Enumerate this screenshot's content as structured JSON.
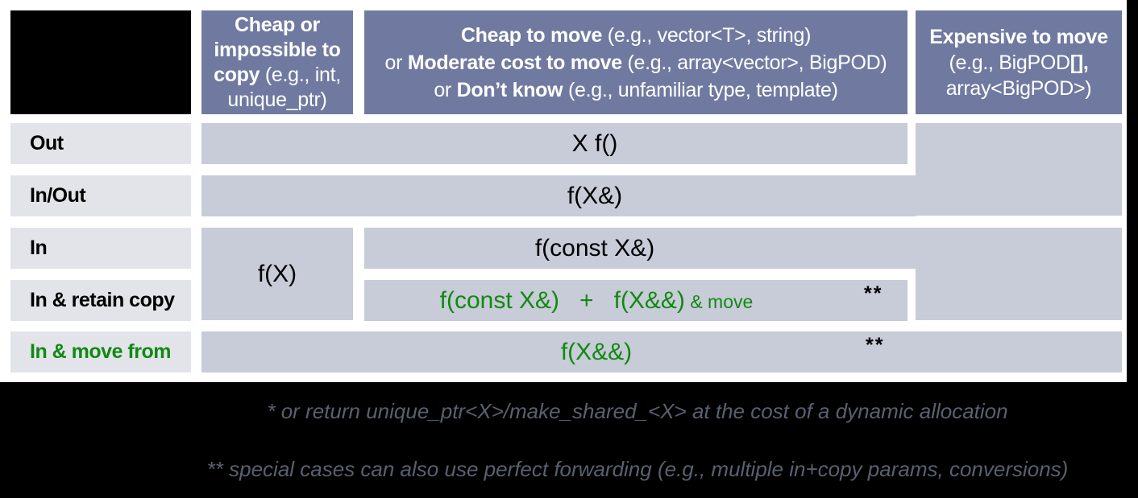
{
  "colors": {
    "header_bg": "#707AA0",
    "cell_bg": "#C8CBD8",
    "row_label_bg": "#E2E4EA",
    "green_text": "#108A10",
    "footnote_text": "#59606F",
    "panel_bg": "#000000"
  },
  "headers": {
    "cheap_copy": [
      {
        "t": "Cheap or impossible to copy ",
        "b": 1
      },
      {
        "t": "(e.g., int, unique_ptr)",
        "b": 0
      }
    ],
    "cheap_move": [
      {
        "t": "Cheap to move ",
        "b": 1
      },
      {
        "t": "(e.g., vector<T>, string)",
        "b": 0
      },
      {
        "br": 1
      },
      {
        "t": "or ",
        "b": 0
      },
      {
        "t": "Moderate cost to move ",
        "b": 1
      },
      {
        "t": "(e.g., array<vector>, BigPOD)",
        "b": 0
      },
      {
        "br": 1
      },
      {
        "t": "or ",
        "b": 0
      },
      {
        "t": "Don’t know ",
        "b": 1
      },
      {
        "t": "(e.g., unfamiliar type, template)",
        "b": 0
      }
    ],
    "expensive_move": [
      {
        "t": "Expensive to move",
        "b": 1
      },
      {
        "br": 1
      },
      {
        "t": "(e.g., BigPOD",
        "b": 0
      },
      {
        "t": "[],",
        "b": 1
      },
      {
        "br": 1
      },
      {
        "t": "array<BigPOD>)",
        "b": 0
      }
    ]
  },
  "rows": {
    "out": "Out",
    "inout": "In/Out",
    "in": "In",
    "retain": "In & retain copy",
    "movefrom": "In & move from"
  },
  "cells": {
    "out": "X f()",
    "inout": "f(X&)",
    "fx": "f(X)",
    "in": "f(const X&)",
    "retain": [
      {
        "t": "f(const X&)"
      },
      {
        "t": "   +   "
      },
      {
        "t": "f(X&&)"
      },
      {
        "t": " & move",
        "small": 1
      }
    ],
    "retain_mark": "**",
    "movefrom": "f(X&&)",
    "movefrom_mark": "**"
  },
  "footnotes": [
    "* or return unique_ptr<X>/make_shared_<X> at the cost of a dynamic allocation",
    "** special cases can also use perfect forwarding (e.g., multiple in+copy params, conversions)"
  ]
}
